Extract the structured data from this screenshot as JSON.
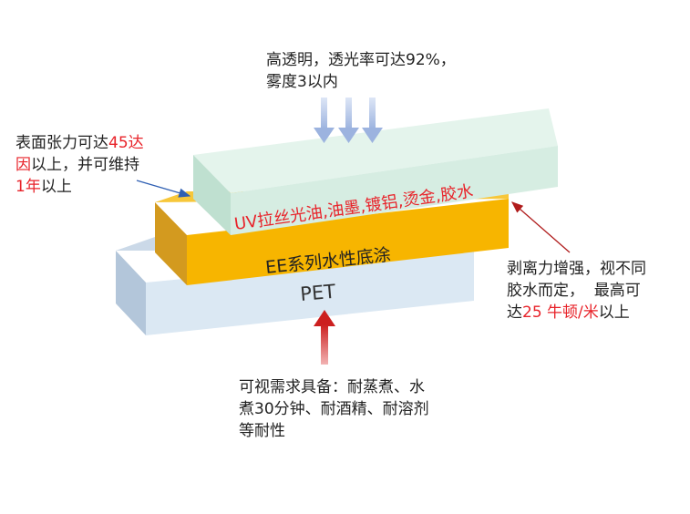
{
  "layers": {
    "top_label": "UV拉丝光油,油墨,镀铝,烫金,胶水",
    "middle_label": "EE系列水性底涂",
    "bottom_label": "PET"
  },
  "notes": {
    "top": [
      "高透明，透光率可达92%，",
      "雾度3以内"
    ],
    "left": {
      "l1a": "表面张力可达",
      "l1b": "45达",
      "l2a": "因",
      "l2b": "以上，并可维持",
      "l3a": "1年",
      "l3b": "以上"
    },
    "right": {
      "l1": "剥离力增强，视不同",
      "l2": "胶水而定，  最高可",
      "l3a": "达",
      "l3b": "25 牛顿/米",
      "l3c": "以上"
    },
    "bottom": [
      "可视需求具备：耐蒸煮、水",
      "煮30分钟、耐酒精、耐溶剂",
      "等耐性"
    ]
  },
  "colors": {
    "uv_front": "#d6ede2",
    "uv_top": "#e4f4ec",
    "uv_side": "#bfe0d0",
    "ee_front": "#f7b500",
    "ee_side": "#d39a1f",
    "pet_front": "#dbe8f3",
    "pet_top": "#cbd9e8",
    "pet_side": "#b3c6da",
    "highlight": "#e8232a",
    "blue_arrow": "#a7bde3",
    "red_arrow": "#cc1f1f"
  }
}
